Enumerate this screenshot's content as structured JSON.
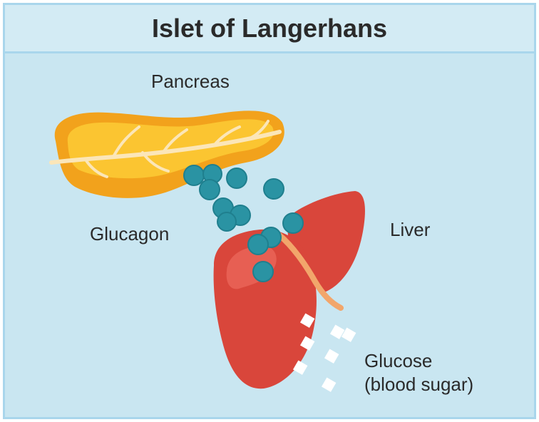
{
  "title": "Islet of Langerhans",
  "labels": {
    "pancreas": "Pancreas",
    "glucagon": "Glucagon",
    "liver": "Liver",
    "glucose_line1": "Glucose",
    "glucose_line2": "(blood sugar)"
  },
  "colors": {
    "background": "#c9e6f1",
    "pancreas": "#f2a21c",
    "liver": "#d9463b",
    "glucagon": "#2a93a3",
    "glucose": "#ffffff"
  }
}
